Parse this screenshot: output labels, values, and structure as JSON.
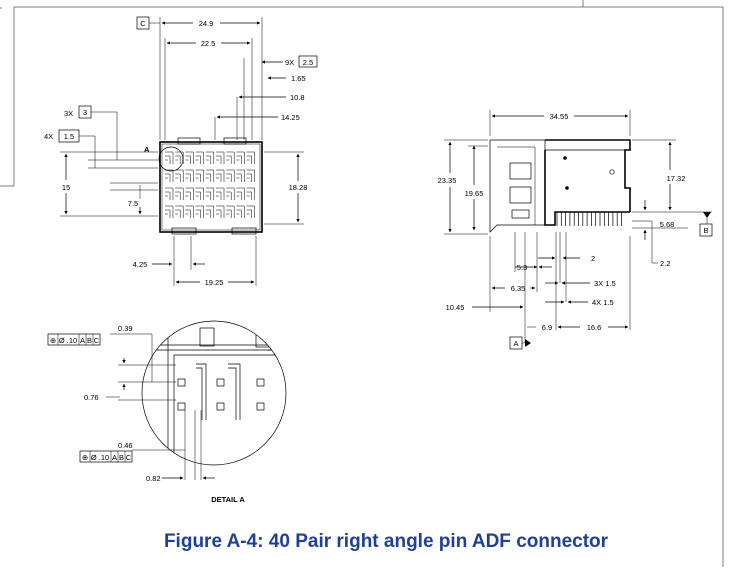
{
  "figure": {
    "caption": "Figure A-4: 40 Pair right angle pin ADF connector",
    "detail_label": "DETAIL A"
  },
  "front_view": {
    "datum_c": "C",
    "dim_24_9": "24.9",
    "dim_22_5": "22.5",
    "dim_9x": "9X",
    "dim_2_5": "2.5",
    "dim_1_65": "1.65",
    "dim_10_8": "10.8",
    "dim_14_25": "14.25",
    "dim_3x": "3X",
    "dim_3": "3",
    "dim_4x": "4X",
    "dim_1_5": "1.5",
    "detail_ref": "A",
    "dim_15": "15",
    "dim_7_5": "7.5",
    "dim_18_28": "18.28",
    "dim_4_25": "4.25",
    "dim_19_25": "19.25"
  },
  "side_view": {
    "dim_34_55": "34.55",
    "dim_23_35": "23.35",
    "dim_19_65": "19.65",
    "dim_17_32": "17.32",
    "dim_5_68": "5.68",
    "datum_b": "B",
    "dim_2_2": "2.2",
    "dim_2": "2",
    "dim_5_3": "5.3",
    "dim_6_35": "6.35",
    "dim_3x_1_5": "3X 1.5",
    "dim_4x_1_5": "4X 1.5",
    "dim_10_45": "10.45",
    "dim_6_9": "6.9",
    "dim_16_6": "16.6",
    "datum_a": "A"
  },
  "detail_view": {
    "dim_0_39": "0.39",
    "fcf_top": [
      "⊕",
      "Ø .10",
      "A",
      "B",
      "C"
    ],
    "dim_0_76": "0.76",
    "dim_0_46": "0.46",
    "fcf_bottom": [
      "⊕",
      "Ø .10",
      "A",
      "B",
      "C"
    ],
    "dim_0_82": "0.82"
  }
}
